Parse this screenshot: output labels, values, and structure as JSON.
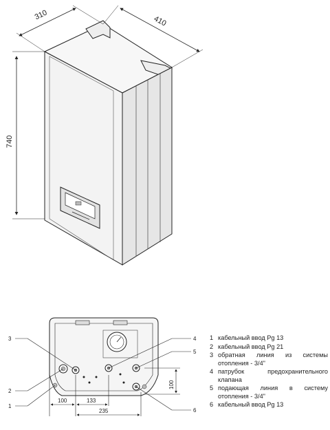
{
  "dimensions": {
    "depth": "310",
    "width": "410",
    "height": "740",
    "bottom_width": "100",
    "bottom_pos_133": "133",
    "bottom_pos_235": "235",
    "bottom_height": "100"
  },
  "callouts": [
    "1",
    "2",
    "3",
    "4",
    "5",
    "6"
  ],
  "legend": [
    {
      "num": "1",
      "text": "кабельный ввод Pg 13"
    },
    {
      "num": "2",
      "text": "кабельный ввод Pg 21"
    },
    {
      "num": "3",
      "text": "обратная линия из системы отопления - 3/4\""
    },
    {
      "num": "4",
      "text": "патрубок предохранительного клапана"
    },
    {
      "num": "5",
      "text": "подающая линия в систему отопления - 3/4\""
    },
    {
      "num": "6",
      "text": "кабельный ввод Pg 13"
    }
  ],
  "colors": {
    "line": "#222222",
    "face": "#f4f4f4",
    "panel": "#e9e9e9"
  }
}
